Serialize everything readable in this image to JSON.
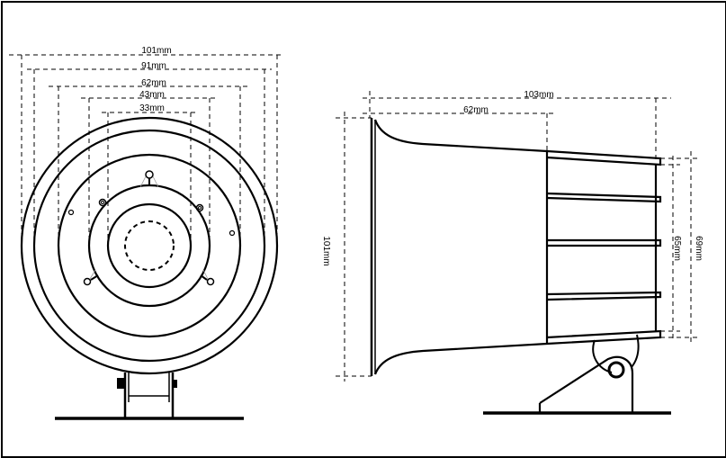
{
  "front_view": {
    "dimensions": [
      {
        "id": "d101",
        "label": "101mm"
      },
      {
        "id": "d91",
        "label": "91mm"
      },
      {
        "id": "d62",
        "label": "62mm"
      },
      {
        "id": "d43",
        "label": "43mm"
      },
      {
        "id": "d33",
        "label": "33mm"
      }
    ]
  },
  "side_view": {
    "dimensions": [
      {
        "id": "d103",
        "label": "103mm"
      },
      {
        "id": "d62",
        "label": "62mm"
      },
      {
        "id": "d101",
        "label": "101mm"
      },
      {
        "id": "d65",
        "label": "65mm"
      },
      {
        "id": "d69",
        "label": "69mm"
      }
    ]
  },
  "colors": {
    "line": "#000000",
    "background": "#ffffff"
  }
}
